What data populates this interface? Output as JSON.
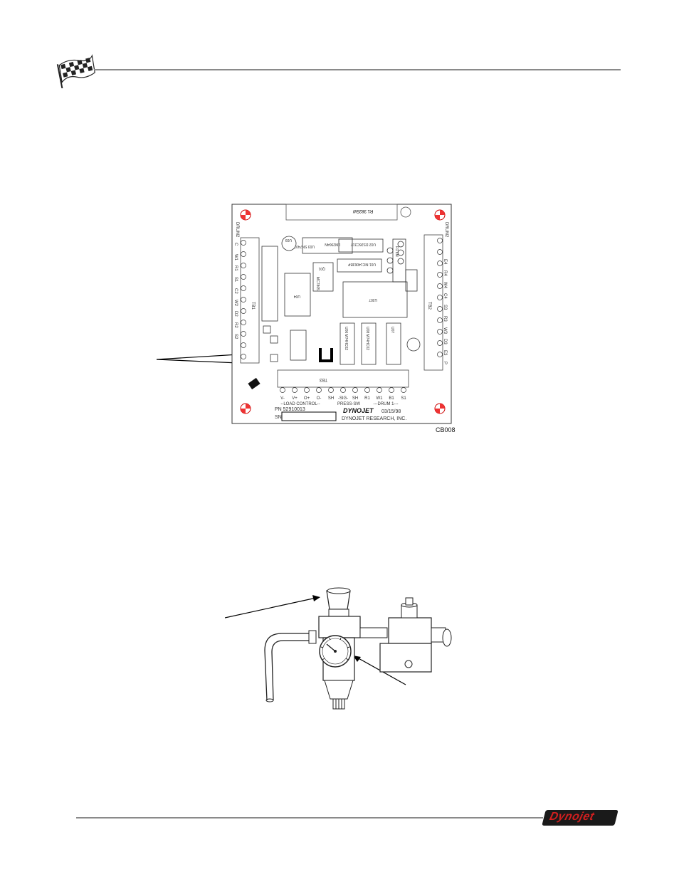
{
  "header": {
    "logo_icon": "checkered-flag-icon"
  },
  "board_figure": {
    "figure_id": "CB008",
    "top_part": "R1 3825W",
    "left_terminal": {
      "name": "TB1",
      "sub": "DRUM2",
      "labels": [
        "C",
        "W1",
        "R1",
        "S1",
        "C2",
        "W2",
        "D2",
        "R2",
        "S2"
      ]
    },
    "right_terminal": {
      "name": "TB2",
      "sub": "DRUM2",
      "labels": [
        "P",
        "E3",
        "D3",
        "W3",
        "R3",
        "S3",
        "C4",
        "W4",
        "R4",
        "E4"
      ]
    },
    "bottom_terminal": {
      "name": "TB3",
      "labels": [
        "V-",
        "V+",
        "O+",
        "O-",
        "SH",
        "-SIG-",
        "SH",
        "R1",
        "W1",
        "B1",
        "S1"
      ],
      "groups": [
        "--LOAD CONTROL--",
        "PRESS-SW",
        "---DRUM 1---"
      ]
    },
    "pn": "PN 52910013",
    "sn": "SN",
    "brand": "DYNOJET",
    "date": "03/15/98",
    "company": "DYNOJET RESEARCH, INC.",
    "parts": [
      "U09",
      "LM2904N",
      "U01 MC14063BP",
      "U02 DS26C31T",
      "U04",
      "Q01",
      "MC7805",
      "U03 SN7407",
      "UJ07",
      "R1 LM",
      "U06 M74HC02",
      "U08 M74HC02",
      "U07"
    ]
  },
  "regulator_figure": {
    "gauge_icon": "pressure-gauge-icon"
  },
  "footer": {
    "brand": "Dynojet"
  }
}
